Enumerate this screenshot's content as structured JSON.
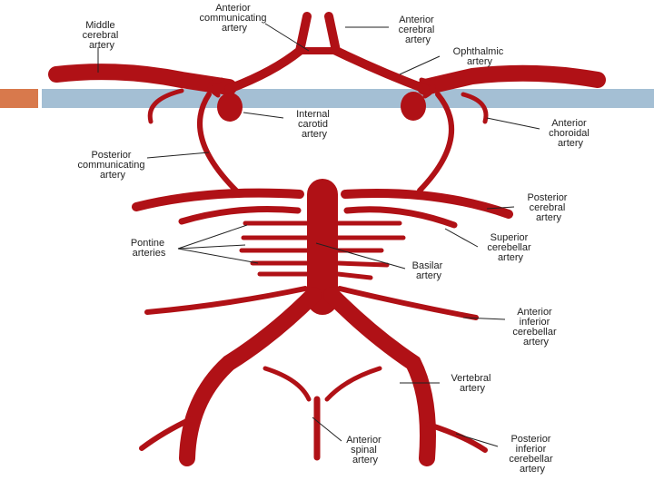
{
  "slide": {
    "accent_color": "#d8794c",
    "band_color": "#a4bfd4"
  },
  "diagram": {
    "artery_color": "#b01116",
    "labels": {
      "anterior_communicating": [
        "Anterior",
        "communicating",
        "artery"
      ],
      "middle_cerebral": [
        "Middle",
        "cerebral",
        "artery"
      ],
      "anterior_cerebral": [
        "Anterior",
        "cerebral",
        "artery"
      ],
      "ophthalmic": [
        "Ophthalmic",
        "artery"
      ],
      "internal_carotid": [
        "Internal",
        "carotid",
        "artery"
      ],
      "anterior_choroidal": [
        "Anterior",
        "choroidal",
        "artery"
      ],
      "posterior_communicating": [
        "Posterior",
        "communicating",
        "artery"
      ],
      "posterior_cerebral": [
        "Posterior",
        "cerebral",
        "artery"
      ],
      "pontine": [
        "Pontine",
        "arteries"
      ],
      "superior_cerebellar": [
        "Superior",
        "cerebellar",
        "artery"
      ],
      "basilar": [
        "Basilar",
        "artery"
      ],
      "anterior_inferior_cerebellar": [
        "Anterior",
        "inferior",
        "cerebellar",
        "artery"
      ],
      "vertebral": [
        "Vertebral",
        "artery"
      ],
      "anterior_spinal": [
        "Anterior",
        "spinal",
        "artery"
      ],
      "posterior_inferior_cerebellar": [
        "Posterior",
        "inferior",
        "cerebellar",
        "artery"
      ]
    }
  }
}
